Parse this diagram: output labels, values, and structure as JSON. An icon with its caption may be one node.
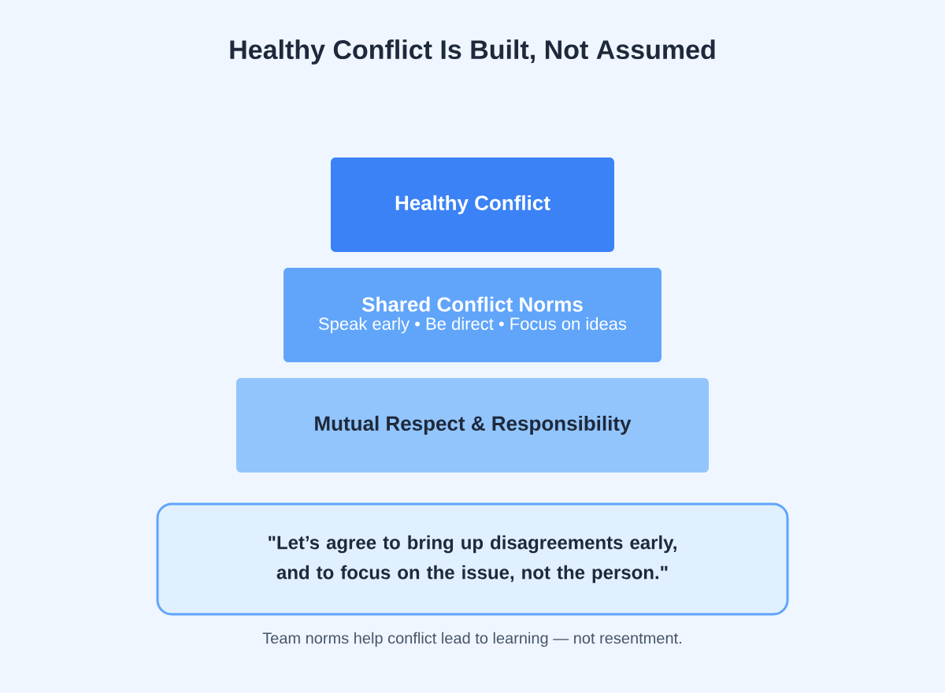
{
  "diagram": {
    "title": "Healthy Conflict Is Built, Not Assumed",
    "caption": "Team norms help conflict lead to learning — not resentment.",
    "nodes": [
      {
        "text": [
          "Healthy Conflict"
        ]
      },
      {
        "text": [
          "Shared Conflict Norms",
          "Speak early • Be direct • Focus on ideas"
        ]
      },
      {
        "text": [
          "Mutual Respect & Responsibility"
        ]
      },
      {
        "text": [
          "\"Let’s agree to bring up disagreements early, and to focus on the issue, not the person.\""
        ]
      }
    ]
  }
}
